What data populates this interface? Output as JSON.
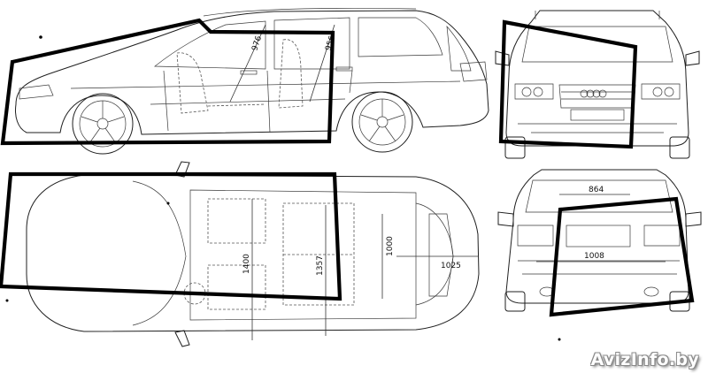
{
  "watermark": "AvizInfo.by",
  "dimensions": {
    "side_976": "976",
    "side_956": "956",
    "top_1400": "1400",
    "top_1357": "1357",
    "top_1000": "1000",
    "top_1025": "1025",
    "rear_864": "864",
    "rear_1008": "1008"
  },
  "badge_icon": "four-rings-icon"
}
